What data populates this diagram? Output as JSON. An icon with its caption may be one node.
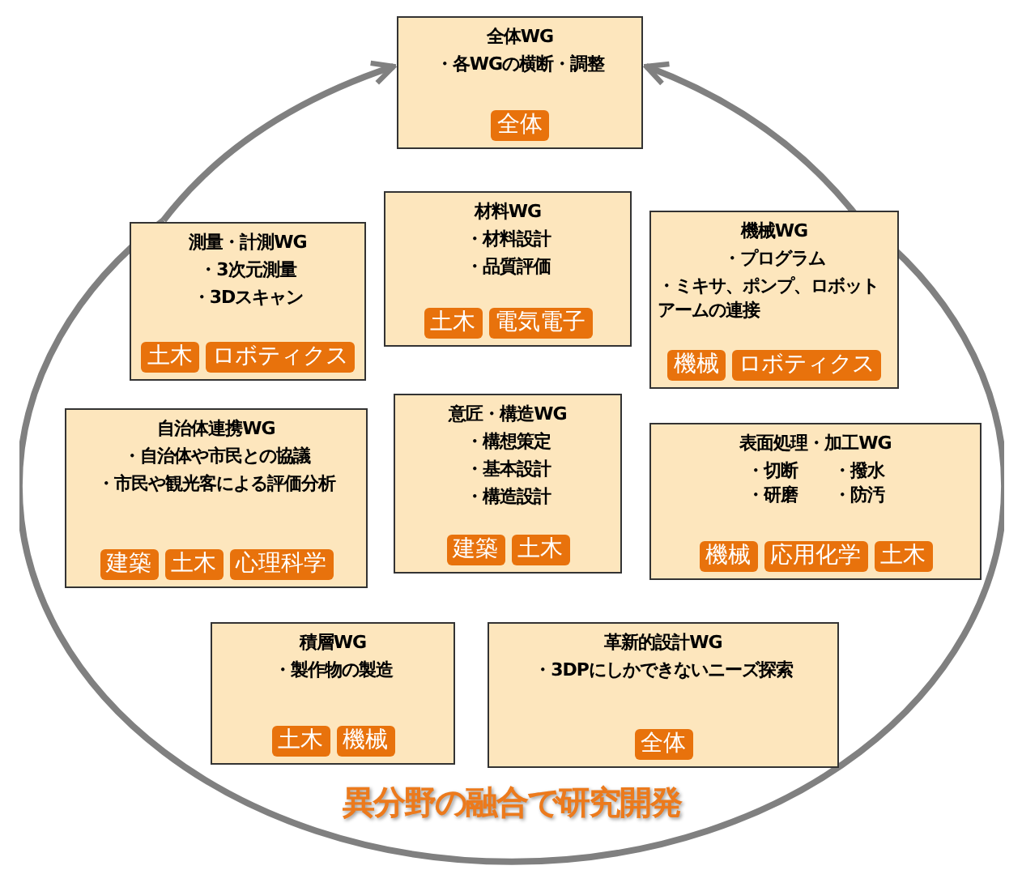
{
  "diagram": {
    "nodes": [
      {
        "text": [
          "全体WG",
          "・各WGの横断・調整"
        ]
      },
      {
        "text": [
          "全体"
        ],
        "in": 0
      },
      {
        "text": [
          "異分野の融合で研究開発"
        ]
      },
      {
        "text": [
          "測量・計測WG",
          "・3次元測量",
          "・3Dスキャン"
        ],
        "in": 2
      },
      {
        "text": [
          "土木"
        ],
        "in": 3
      },
      {
        "text": [
          "ロボティクス"
        ],
        "in": 3
      },
      {
        "text": [
          "材料WG",
          "・材料設計",
          "・品質評価"
        ],
        "in": 2
      },
      {
        "text": [
          "土木"
        ],
        "in": 6
      },
      {
        "text": [
          "電気電子"
        ],
        "in": 6
      },
      {
        "text": [
          "機械WG",
          "・プログラム",
          "・ミキサ、ポンプ、ロボットアームの連接"
        ],
        "in": 2
      },
      {
        "text": [
          "機械"
        ],
        "in": 9
      },
      {
        "text": [
          "ロボティクス"
        ],
        "in": 9
      },
      {
        "text": [
          "自治体連携WG",
          "・自治体や市民との協議",
          "・市民や観光客による評価分析"
        ],
        "in": 2
      },
      {
        "text": [
          "建築"
        ],
        "in": 12
      },
      {
        "text": [
          "土木"
        ],
        "in": 12
      },
      {
        "text": [
          "心理科学"
        ],
        "in": 12
      },
      {
        "text": [
          "意匠・構造WG",
          "・構想策定",
          "・基本設計",
          "・構造設計"
        ],
        "in": 2
      },
      {
        "text": [
          "建築"
        ],
        "in": 16
      },
      {
        "text": [
          "土木"
        ],
        "in": 16
      },
      {
        "text": [
          "表面処理・加工WG",
          "・切断",
          "・撥水",
          "・研磨",
          "・防汚"
        ],
        "in": 2
      },
      {
        "text": [
          "機械"
        ],
        "in": 19
      },
      {
        "text": [
          "応用化学"
        ],
        "in": 19
      },
      {
        "text": [
          "土木"
        ],
        "in": 19
      },
      {
        "text": [
          "積層WG",
          "・製作物の製造"
        ],
        "in": 2
      },
      {
        "text": [
          "土木"
        ],
        "in": 23
      },
      {
        "text": [
          "機械"
        ],
        "in": 23
      },
      {
        "text": [
          "革新的設計WG",
          "・3DPにしかできないニーズ探索"
        ],
        "in": 2
      },
      {
        "text": [
          "全体"
        ],
        "in": 26
      }
    ],
    "edges": [
      {
        "from": 2,
        "to": 0,
        "arrow": "to"
      },
      {
        "from": 2,
        "to": 0,
        "arrow": "to"
      }
    ]
  }
}
